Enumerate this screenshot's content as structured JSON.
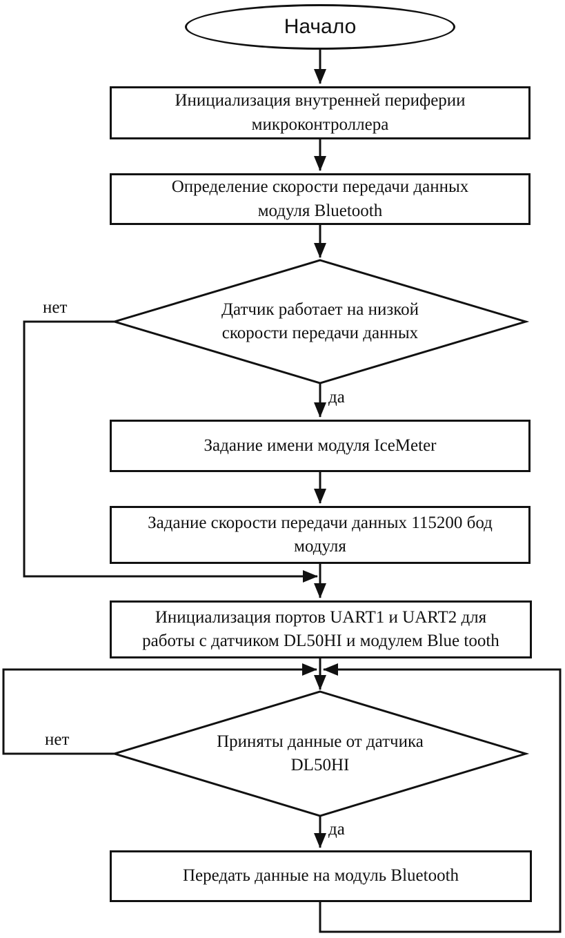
{
  "diagram": {
    "type": "flowchart",
    "language": "ru",
    "nodes": {
      "start": {
        "shape": "terminator",
        "label": "Начало"
      },
      "init_periphery": {
        "shape": "process",
        "label": "Инициализация внутренней периферии\nмикроконтроллера"
      },
      "detect_baud": {
        "shape": "process",
        "label": "Определение скорости передачи данных\nмодуля Bluetooth"
      },
      "low_speed_check": {
        "shape": "decision",
        "label": "Датчик работает на низкой\nскорости передачи данных"
      },
      "set_name": {
        "shape": "process",
        "label": "Задание имени модуля IceMeter"
      },
      "set_baud": {
        "shape": "process",
        "label": "Задание скорости передачи данных 115200 бод\nмодуля"
      },
      "init_uart": {
        "shape": "process",
        "label": "Инициализация портов UART1 и UART2 для\nработы с датчиком DL50HI и модулем Blue tooth"
      },
      "data_received_check": {
        "shape": "decision",
        "label": "Приняты данные от датчика\nDL50HI"
      },
      "send_bluetooth": {
        "shape": "process",
        "label": "Передать данные на модуль Bluetooth"
      }
    },
    "branch_labels": {
      "decision1_no": "нет",
      "decision1_yes": "да",
      "decision2_no": "нет",
      "decision2_yes": "да"
    },
    "edges": [
      {
        "from": "start",
        "to": "init_periphery",
        "label": ""
      },
      {
        "from": "init_periphery",
        "to": "detect_baud",
        "label": ""
      },
      {
        "from": "detect_baud",
        "to": "low_speed_check",
        "label": ""
      },
      {
        "from": "low_speed_check",
        "to": "set_name",
        "label": "да"
      },
      {
        "from": "low_speed_check",
        "to": "init_uart",
        "label": "нет"
      },
      {
        "from": "set_name",
        "to": "set_baud",
        "label": ""
      },
      {
        "from": "set_baud",
        "to": "init_uart",
        "label": ""
      },
      {
        "from": "init_uart",
        "to": "data_received_check",
        "label": ""
      },
      {
        "from": "data_received_check",
        "to": "data_received_check",
        "label": "нет"
      },
      {
        "from": "data_received_check",
        "to": "send_bluetooth",
        "label": "да"
      },
      {
        "from": "send_bluetooth",
        "to": "data_received_check",
        "label": ""
      }
    ],
    "colors": {
      "line": "#111111",
      "node_fill": "#ffffff",
      "background": "#ffffff"
    }
  }
}
